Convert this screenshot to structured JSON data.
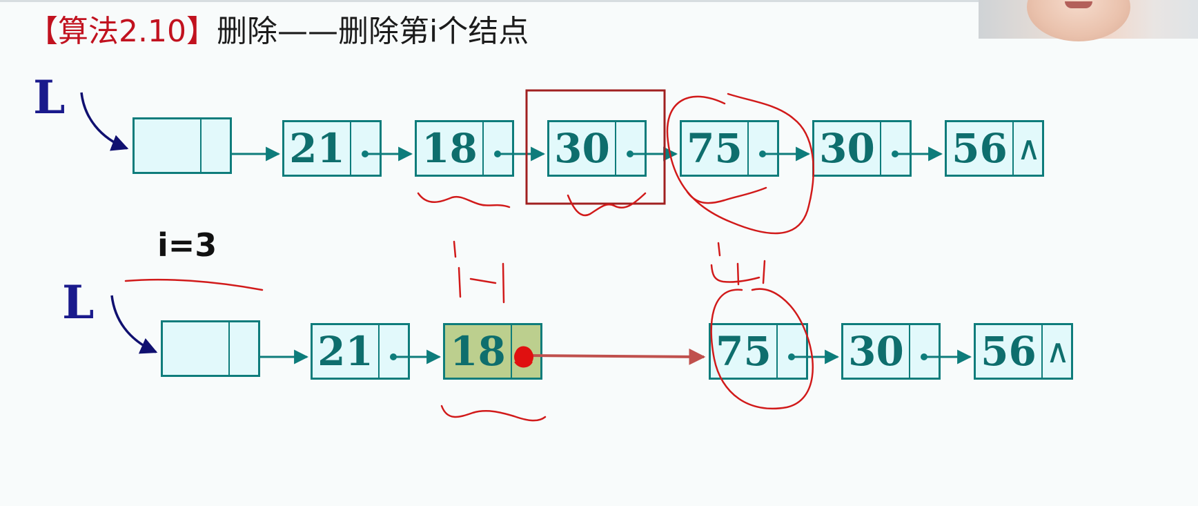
{
  "title": {
    "bracket_open": "【",
    "algo": "算法2.10",
    "bracket_close": "】",
    "text": "删除——删除第i个结点"
  },
  "labels": {
    "list_top": "L",
    "list_bottom": "L",
    "index": "i=3"
  },
  "lists": {
    "top": [
      "",
      "21",
      "18",
      "30",
      "75",
      "30",
      "56"
    ],
    "bottom": [
      "",
      "21",
      "18",
      "75",
      "30",
      "56"
    ]
  },
  "null_symbol": "∧",
  "colors": {
    "node_border": "#0e7c7b",
    "node_fill": "#e2f9fb",
    "highlight_fill": "#bccf8e",
    "annotation": "#d11a1a",
    "label": "#1a1a8c"
  }
}
